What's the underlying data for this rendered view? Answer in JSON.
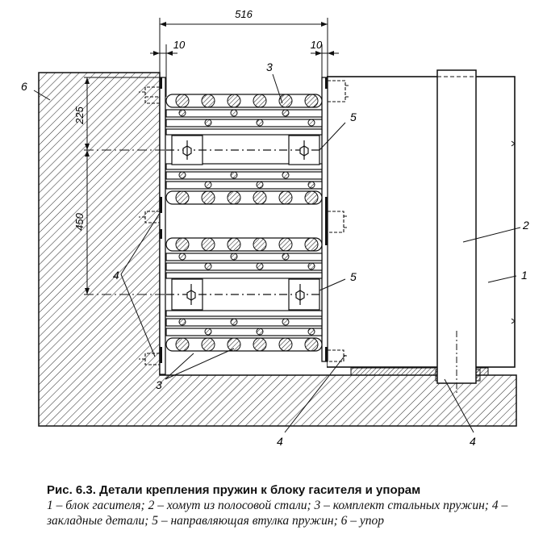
{
  "figure": {
    "dimensions": {
      "total_width": "516",
      "left_gap": "10",
      "right_gap": "10",
      "top_offset": "225",
      "spacing": "450"
    },
    "labels": {
      "n1": "1",
      "n2": "2",
      "n3a": "3",
      "n3b": "3",
      "n4a": "4",
      "n4b": "4",
      "n4c": "4",
      "n5a": "5",
      "n5b": "5",
      "n6": "6"
    }
  },
  "caption": {
    "title": "Рис. 6.3. Детали крепления пружин к блоку гасителя и упорам",
    "legend": "1 – блок гасителя; 2 – хомут из полосовой стали; 3 – комплект стальных пружин; 4 – закладные детали; 5 – направляющая втулка пружин; 6 – упор"
  }
}
